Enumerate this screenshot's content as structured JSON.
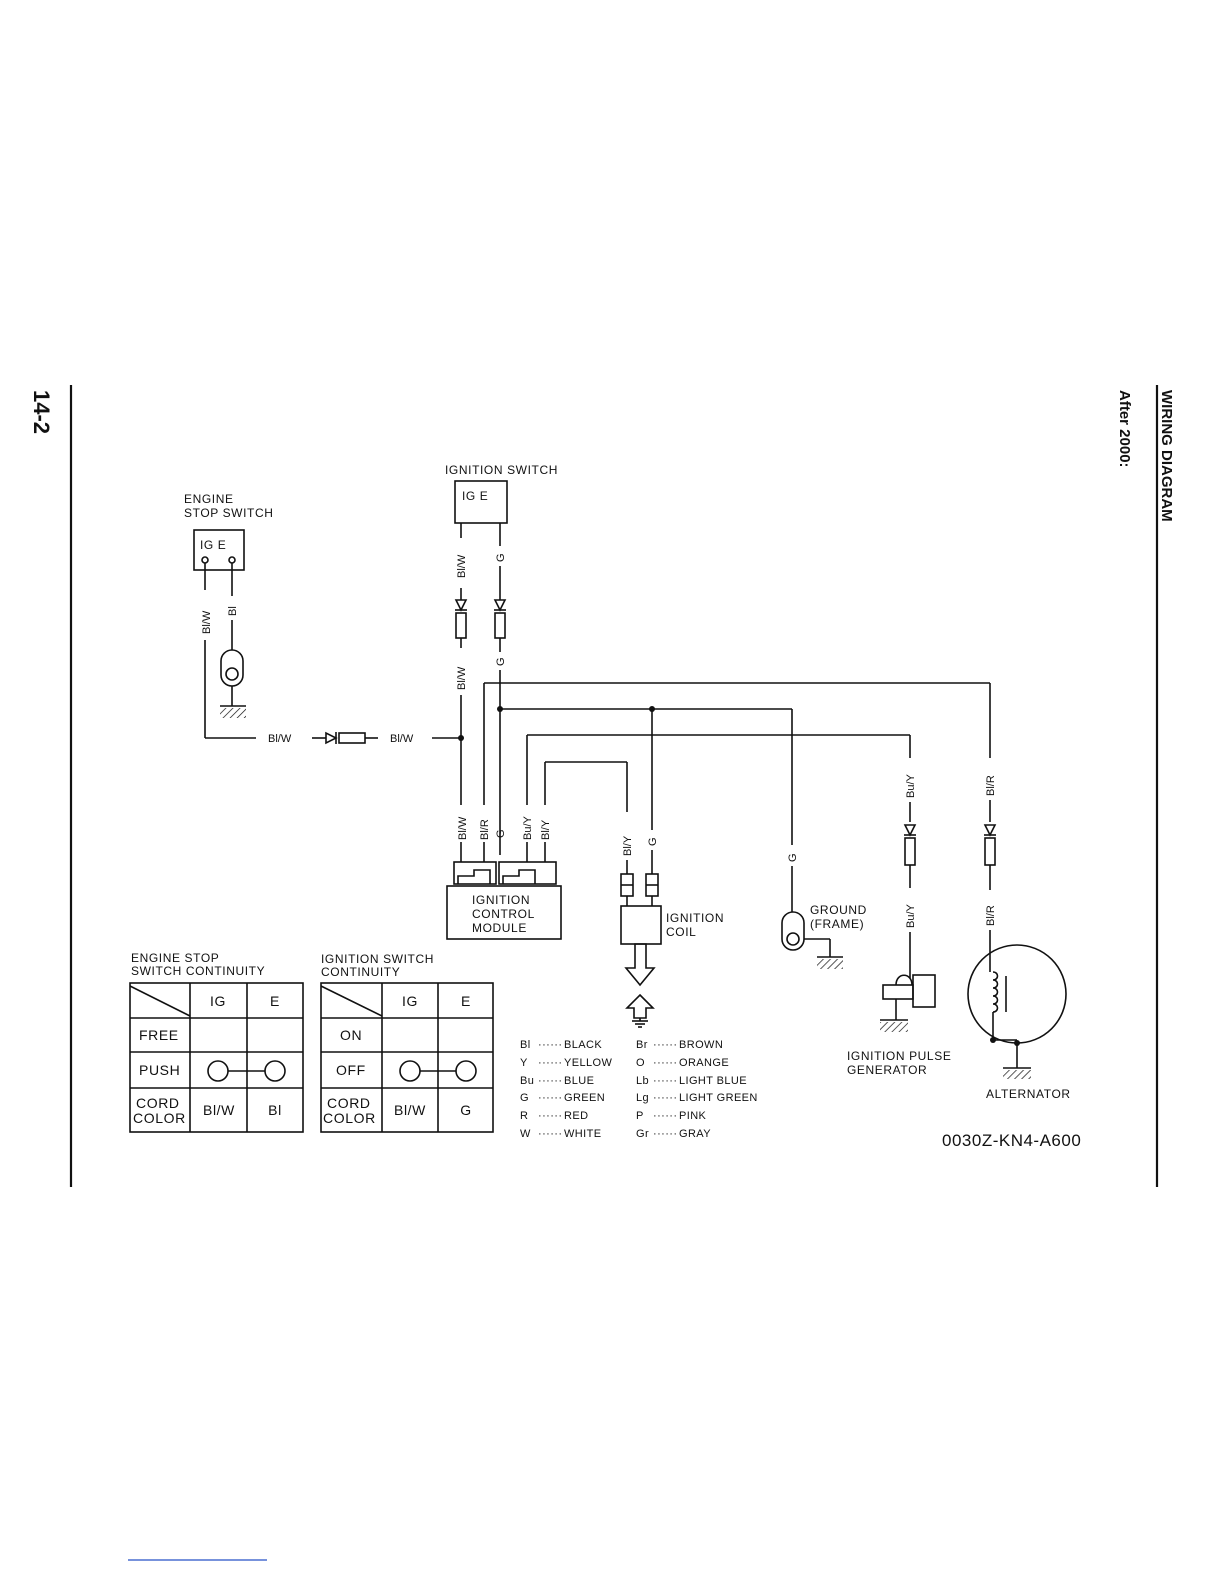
{
  "page": {
    "page_number": "14-2",
    "section_title": "WIRING DIAGRAM",
    "subtitle": "After 2000:",
    "figure_code": "0030Z-KN4-A600"
  },
  "components": {
    "ignition_switch": {
      "title": "IGNITION SWITCH",
      "terminals": "IG  E"
    },
    "engine_stop_switch": {
      "title_line1": "ENGINE",
      "title_line2": "STOP SWITCH",
      "terminals": "IG  E"
    },
    "icm": {
      "line1": "IGNITION",
      "line2": "CONTROL",
      "line3": "MODULE"
    },
    "ignition_coil": {
      "line1": "IGNITION",
      "line2": "COIL"
    },
    "ground": {
      "line1": "GROUND",
      "line2": "(FRAME)"
    },
    "pulse_generator": {
      "line1": "IGNITION PULSE",
      "line2": "GENERATOR"
    },
    "alternator": {
      "label": "ALTERNATOR"
    }
  },
  "wires": {
    "bl_w": "Bl/W",
    "bl": "Bl",
    "g": "G",
    "bl_r": "Bl/R",
    "bu_y": "Bu/Y",
    "bl_y": "Bl/Y"
  },
  "tables": {
    "engine_stop": {
      "title_line1": "ENGINE STOP",
      "title_line2": "SWITCH CONTINUITY",
      "col1": "IG",
      "col2": "E",
      "row1": "FREE",
      "row2": "PUSH",
      "row3_line1": "CORD",
      "row3_line2": "COLOR",
      "color_ig": "Bl/W",
      "color_e": "Bl"
    },
    "ignition_switch": {
      "title_line1": "IGNITION SWITCH",
      "title_line2": "CONTINUITY",
      "col1": "IG",
      "col2": "E",
      "row1": "ON",
      "row2": "OFF",
      "row3_line1": "CORD",
      "row3_line2": "COLOR",
      "color_ig": "Bl/W",
      "color_e": "G"
    }
  },
  "legend": [
    {
      "code": "Bl",
      "name": "BLACK"
    },
    {
      "code": "Y",
      "name": "YELLOW"
    },
    {
      "code": "Bu",
      "name": "BLUE"
    },
    {
      "code": "G",
      "name": "GREEN"
    },
    {
      "code": "R",
      "name": "RED"
    },
    {
      "code": "W",
      "name": "WHITE"
    },
    {
      "code": "Br",
      "name": "BROWN"
    },
    {
      "code": "O",
      "name": "ORANGE"
    },
    {
      "code": "Lb",
      "name": "LIGHT BLUE"
    },
    {
      "code": "Lg",
      "name": "LIGHT GREEN"
    },
    {
      "code": "P",
      "name": "PINK"
    },
    {
      "code": "Gr",
      "name": "GRAY"
    }
  ]
}
